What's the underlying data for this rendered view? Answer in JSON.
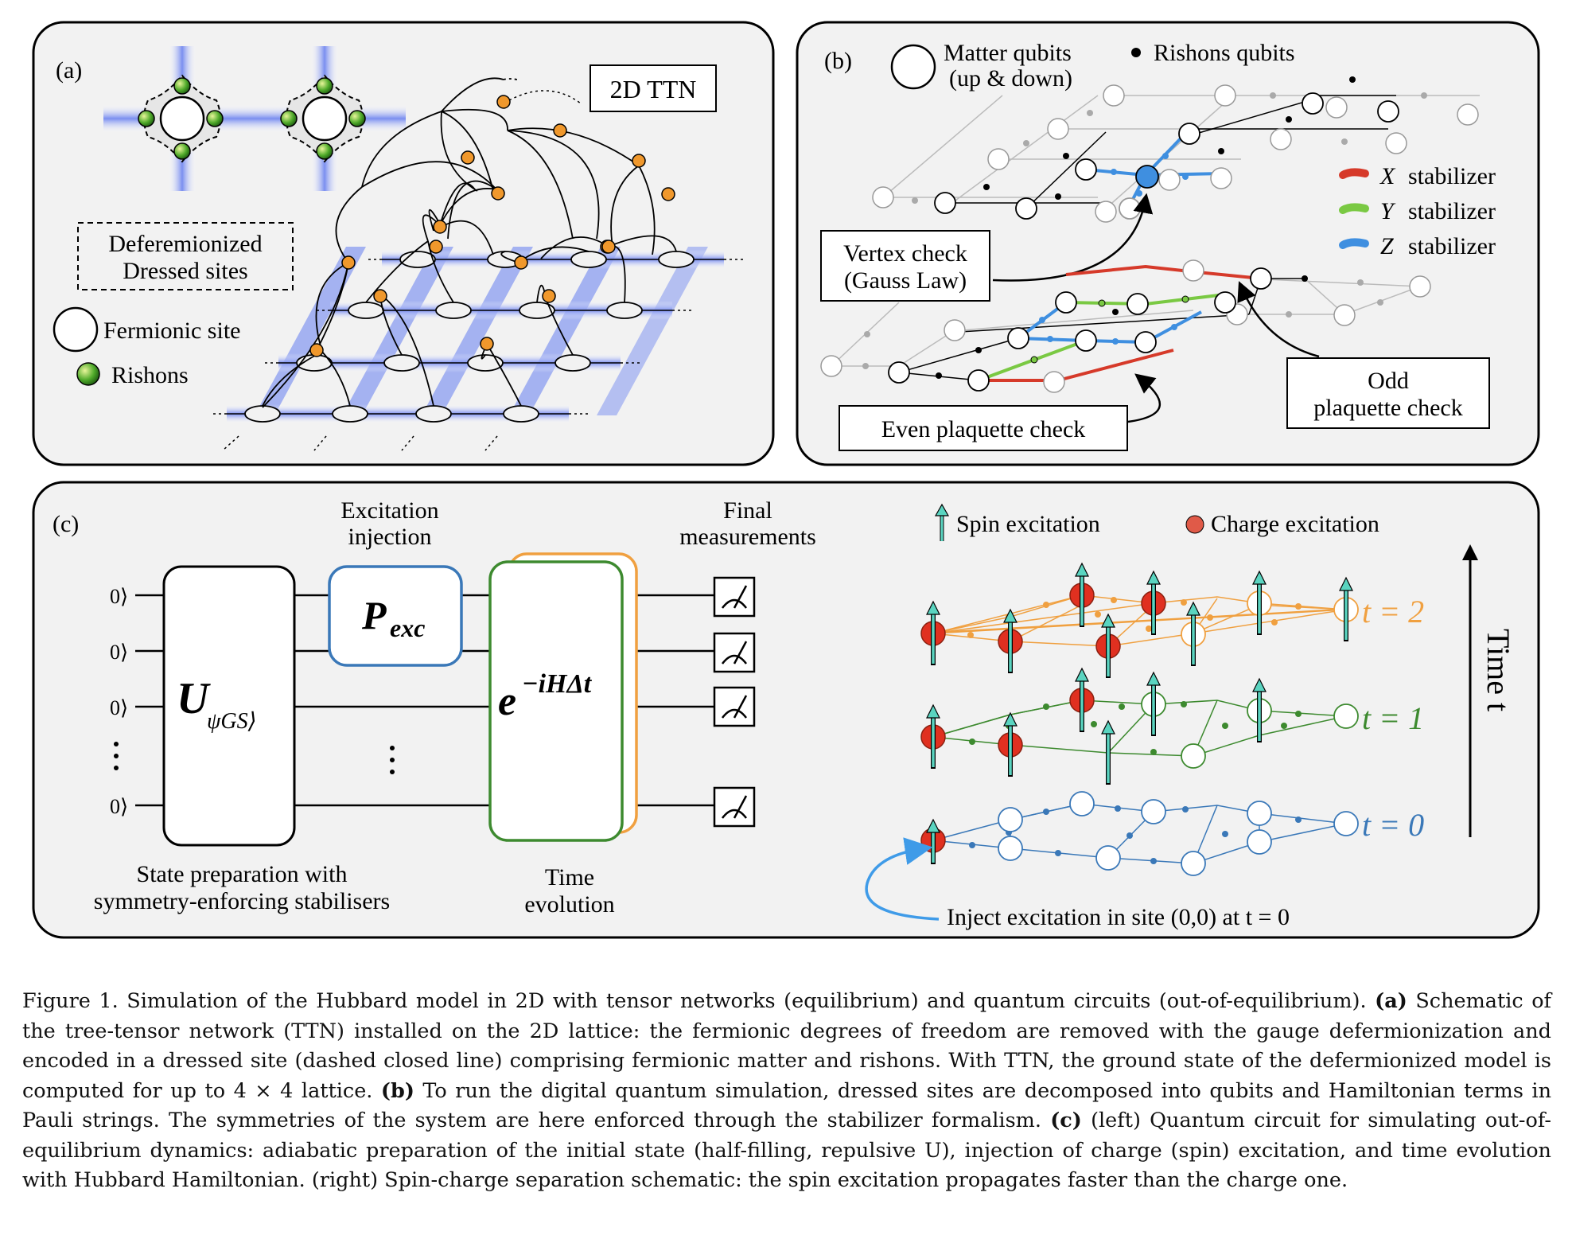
{
  "panel_a": {
    "label": "(a)",
    "ttn_title": "2D TTN",
    "deferm_line1": "Deferemionized",
    "deferm_line2": "Dressed sites",
    "fermionic_label": "Fermionic site",
    "rishons_label": "Rishons"
  },
  "panel_b": {
    "label": "(b)",
    "matter_line1": "Matter qubits",
    "matter_line2": "(up & down)",
    "rishons_label": "Rishons qubits",
    "x_stab": "stabilizer",
    "y_stab": "stabilizer",
    "z_stab": "stabilizer",
    "x_sym": "X",
    "y_sym": "Y",
    "z_sym": "Z",
    "vertex_line1": "Vertex check",
    "vertex_line2": "(Gauss Law)",
    "odd_line1": "Odd",
    "odd_line2": "plaquette check",
    "even_label": "Even plaquette check",
    "colors": {
      "x": "#d63a2a",
      "y": "#7ac943",
      "z": "#3f8fe0",
      "vertex_fill": "#3f8fe0"
    }
  },
  "panel_c": {
    "label": "(c)",
    "exc_line1": "Excitation",
    "exc_line2": "injection",
    "final_line1": "Final",
    "final_line2": "measurements",
    "kets": [
      "0⟩",
      "0⟩",
      "0⟩",
      "0⟩"
    ],
    "u_gate": "U",
    "u_sub": "ψGS⟩",
    "p_gate": "P",
    "p_sub": "exc",
    "evo_base": "e",
    "evo_exp": "−iHΔt",
    "prep_line1": "State preparation with",
    "prep_line2": "symmetry-enforcing stabilisers",
    "time_line1": "Time",
    "time_line2": "evolution",
    "spin_legend": "Spin excitation",
    "charge_legend": "Charge excitation",
    "time_axis": "Time t",
    "t2": "t = 2",
    "t1": "t = 1",
    "t0": "t = 0",
    "inject_label": "Inject excitation in site (0,0) at t = 0",
    "colors": {
      "t2": "#f0a040",
      "t1": "#3d8a2f",
      "t0": "#3a78b8",
      "charge": "#e03020",
      "spin": "#5ad4c0"
    }
  },
  "caption": {
    "intro": "Figure 1. Simulation of the Hubbard model in 2D with tensor networks (equilibrium) and quantum circuits (out-of-equilibrium).",
    "a_tag": "(a)",
    "a_text": " Schematic of the tree-tensor network (TTN) installed on the 2D lattice: the fermionic degrees of freedom are removed with the gauge defermionization and encoded in a dressed site (dashed closed line) comprising fermionic matter and rishons. With TTN, the ground state of the defermionized model is computed for up to 4 × 4 lattice.",
    "b_tag": "(b)",
    "b_text": " To run the digital quantum simulation, dressed sites are decomposed into qubits and Hamiltonian terms in Pauli strings. The symmetries of the system are here enforced through the stabilizer formalism.",
    "c_tag": "(c)",
    "c_text": " (left) Quantum circuit for simulating out-of-equilibrium dynamics: adiabatic preparation of the initial state (half-filling, repulsive U), injection of charge (spin) excitation, and time evolution with Hubbard Hamiltonian. (right) Spin-charge separation schematic: the spin excitation propagates faster than the charge one."
  }
}
